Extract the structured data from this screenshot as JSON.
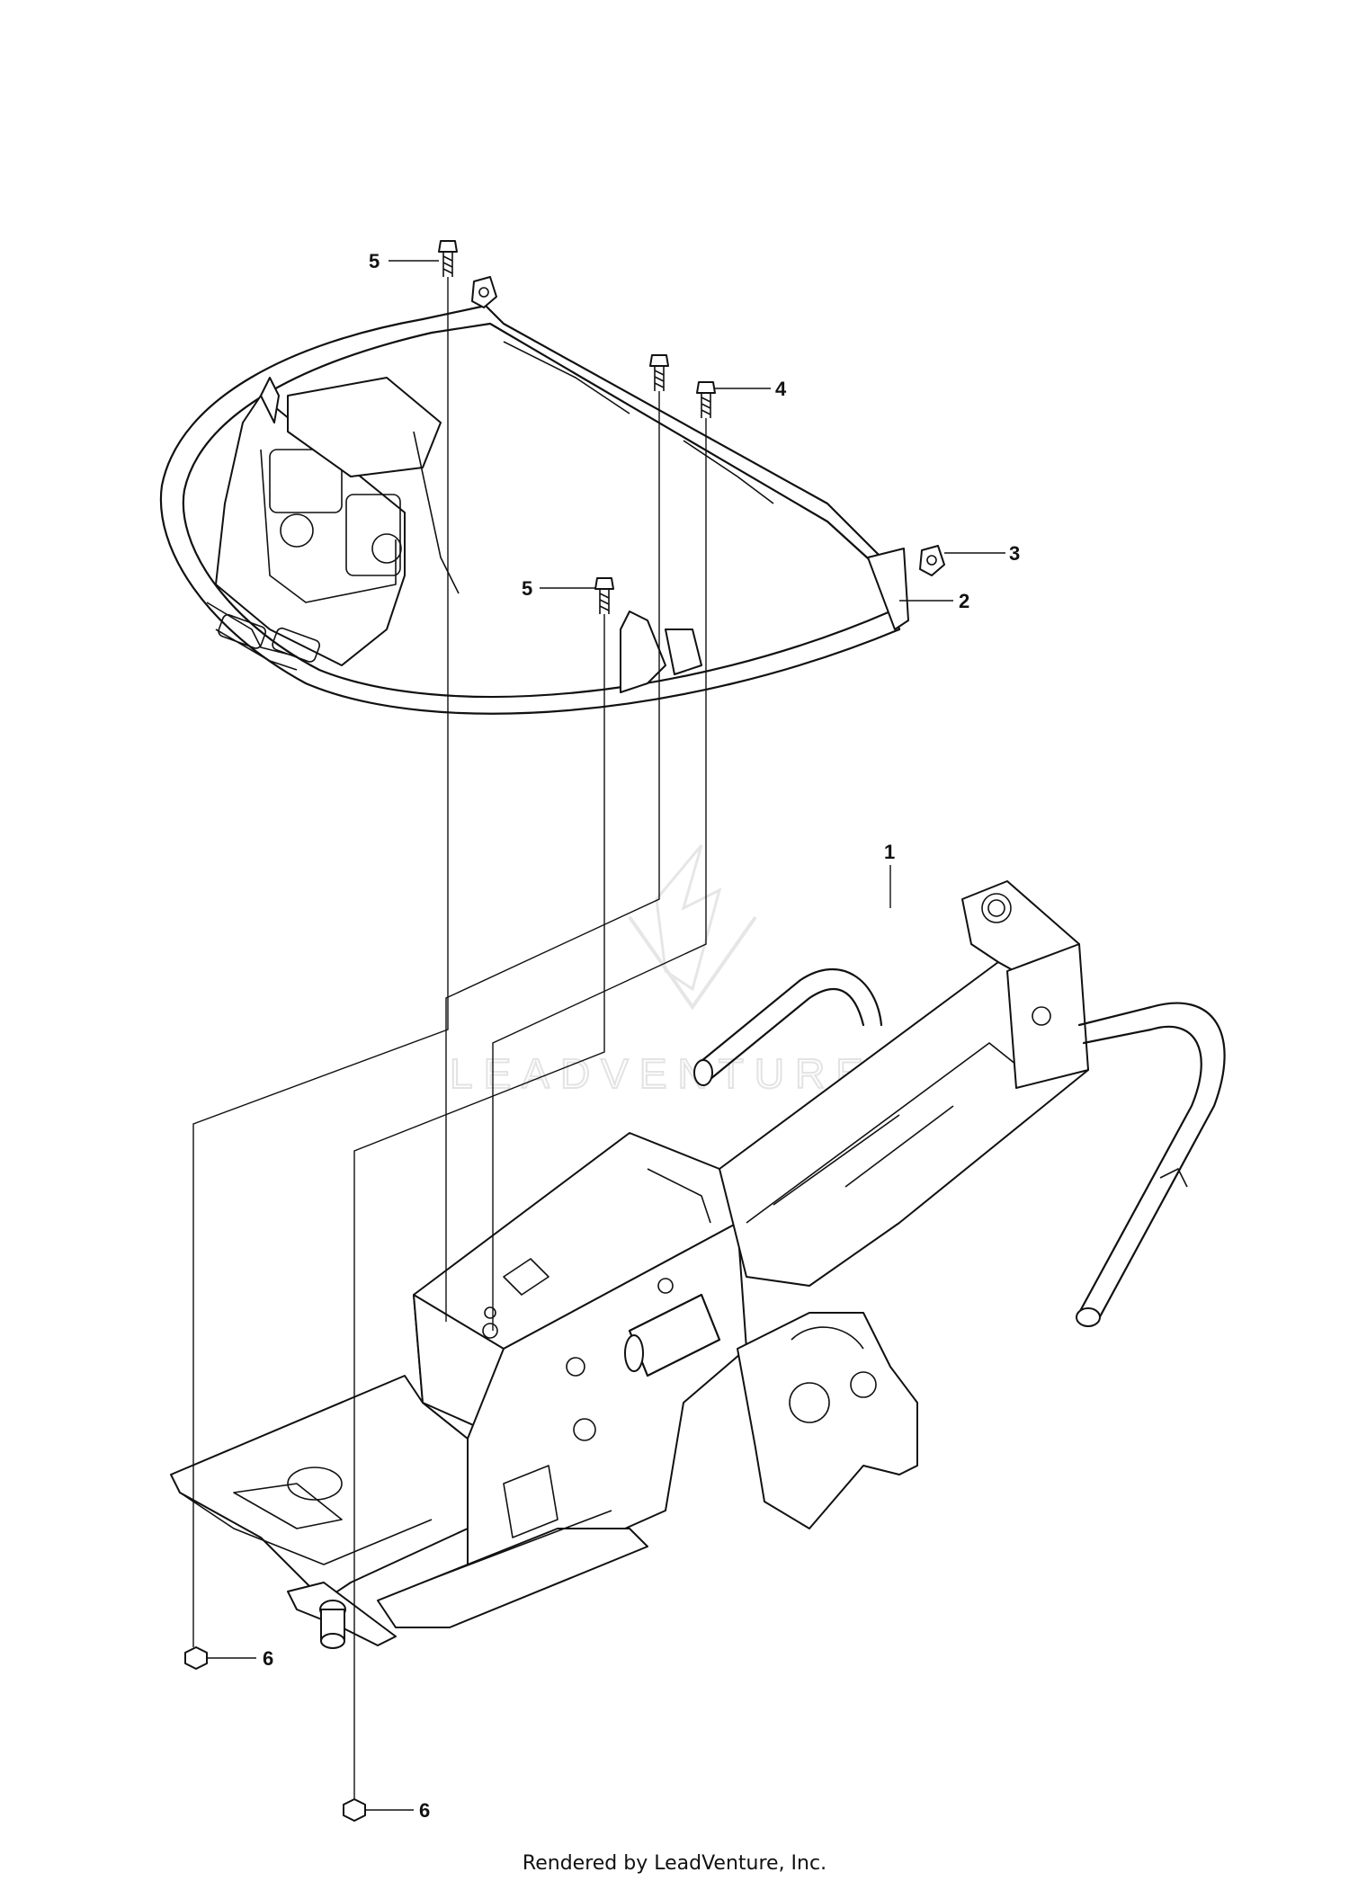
{
  "diagram": {
    "callouts": {
      "c1": "1",
      "c2": "2",
      "c3": "3",
      "c4": "4",
      "c5a": "5",
      "c5b": "5",
      "c6a": "6",
      "c6b": "6"
    },
    "watermark": "LEADVENTURE"
  },
  "footer": {
    "text": "Rendered by LeadVenture, Inc."
  }
}
